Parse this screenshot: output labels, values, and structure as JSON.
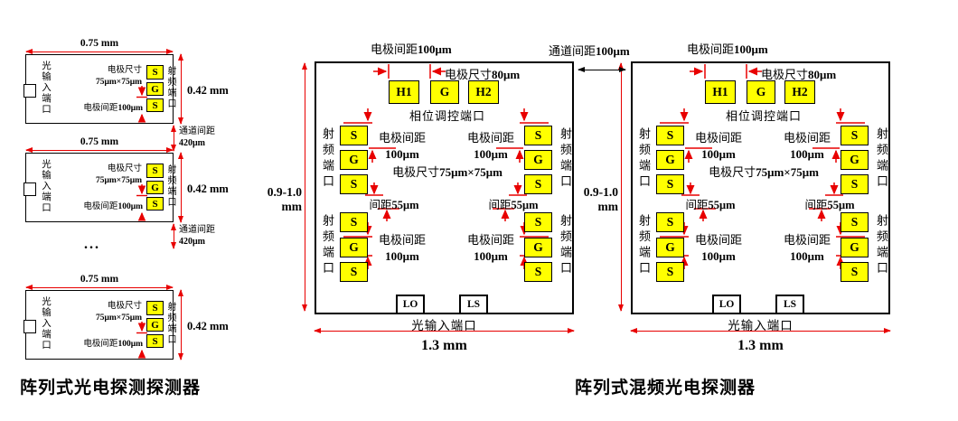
{
  "figure": {
    "left_group": {
      "caption": "阵列式光电探测探测器",
      "channel_spacing_label": "通道间距",
      "channel_spacing_value": "420μm",
      "ellipsis": "...",
      "device": {
        "width_label": "0.75 mm",
        "height_label": "0.42 mm",
        "optical_input_port": "光输入端口",
        "rf_port": "射频端口",
        "electrode_size_label": "电极尺寸",
        "electrode_size_value": "75μm×75μm",
        "electrode_spacing_label": "电极间距",
        "electrode_spacing_value": "100μm",
        "pad_s": "S",
        "pad_g": "G"
      }
    },
    "right_group": {
      "caption": "阵列式混频光电探测器",
      "channel_spacing_label": "通道间距",
      "channel_spacing_value": "100μm",
      "device": {
        "width_label": "1.3 mm",
        "height_range": "0.9-1.0",
        "height_unit": "mm",
        "top_electrode_spacing_label": "电极间距",
        "top_electrode_spacing_value": "100μm",
        "top_electrode_size_label": "电极尺寸",
        "top_electrode_size_value": "80μm",
        "phase_control_port": "相位调控端口",
        "optical_input_port": "光输入端口",
        "rf_port": "射频端口",
        "electrode_spacing_label": "电极间距",
        "electrode_spacing_value": "100μm",
        "electrode_size_label": "电极尺寸",
        "electrode_size_value": "75μm×75μm",
        "row_spacing_label": "间距",
        "row_spacing_value": "55μm",
        "pad_h1": "H1",
        "pad_g": "G",
        "pad_h2": "H2",
        "pad_s": "S",
        "pad_lo": "LO",
        "pad_ls": "LS"
      }
    },
    "colors": {
      "pad_fill": "#ffff00",
      "dimension_arrow": "#e80000",
      "outline": "#000000"
    }
  }
}
